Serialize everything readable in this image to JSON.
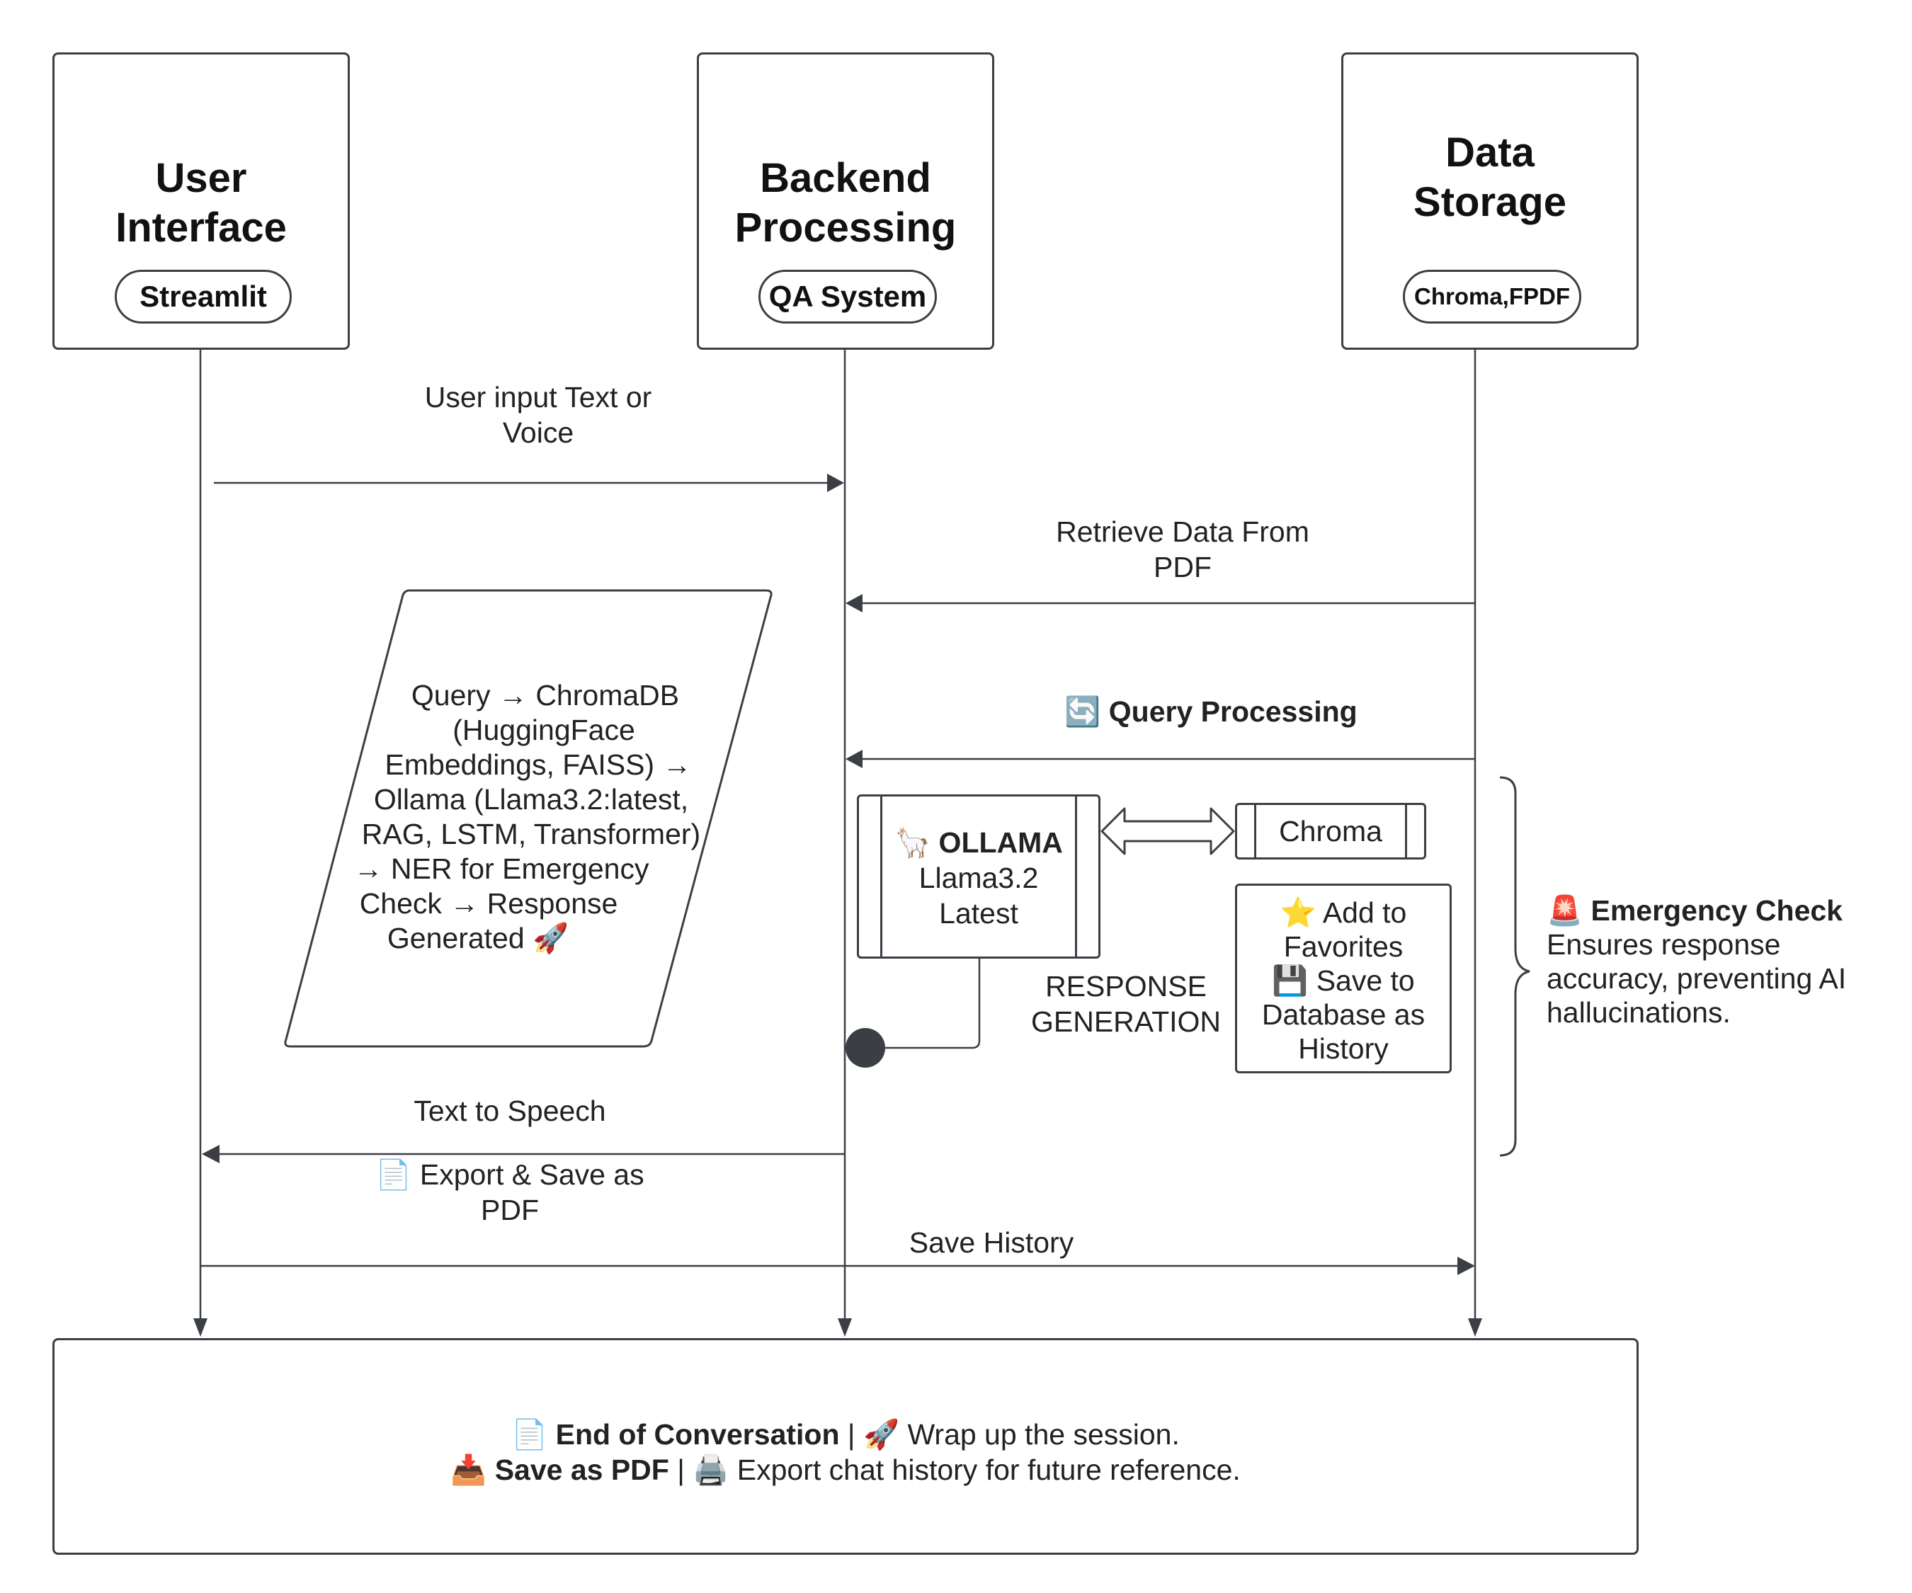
{
  "lanes": [
    {
      "title_line1": "User",
      "title_line2": "Interface",
      "tag": "Streamlit"
    },
    {
      "title_line1": "Backend",
      "title_line2": "Processing",
      "tag": "QA System"
    },
    {
      "title_line1": "Data",
      "title_line2": "Storage",
      "tag": "Chroma,FPDF"
    }
  ],
  "messages": {
    "user_input_line1": "User input Text or",
    "user_input_line2": "Voice",
    "retrieve_line1": "Retrieve Data From",
    "retrieve_line2": "PDF",
    "query_processing_icon": "🔄",
    "query_processing": "Query Processing",
    "text_to_speech": "Text to Speech",
    "export_icon": "📄",
    "export_line1": "Export & Save as",
    "export_line2": "PDF",
    "save_history": "Save History",
    "response_line1": "RESPONSE",
    "response_line2": "GENERATION"
  },
  "pipeline": {
    "lines": [
      "Query → ChromaDB",
      "(HuggingFace",
      "Embeddings, FAISS) →",
      "Ollama (Llama3.2:latest,",
      "RAG, LSTM, Transformer)",
      "→ NER for Emergency",
      "Check → Response",
      "Generated"
    ],
    "end_icon": "🚀"
  },
  "ollama": {
    "icon": "🦙",
    "title": "OLLAMA",
    "line2": "Llama3.2",
    "line3": "Latest"
  },
  "chroma": {
    "label": "Chroma"
  },
  "favorites": {
    "star_icon": "⭐",
    "line1": "Add to",
    "line2": "Favorites",
    "disk_icon": "💾",
    "line3": "Save to",
    "line4": "Database as",
    "line5": "History"
  },
  "emergency": {
    "icon": "🚨",
    "title": "Emergency Check",
    "line1": "Ensures response",
    "line2": "accuracy, preventing AI",
    "line3": "hallucinations."
  },
  "footer": {
    "doc_icon": "📄",
    "end_title": "End of Conversation",
    "sep": "|",
    "rocket_icon": "🚀",
    "end_text": "Wrap up the session.",
    "download_icon": "📥",
    "save_title": "Save as PDF",
    "printer_icon": "🖨️",
    "save_text": "Export chat history for future reference."
  },
  "colors": {
    "stroke": "#3b3f45",
    "text": "#1f1f1f"
  }
}
